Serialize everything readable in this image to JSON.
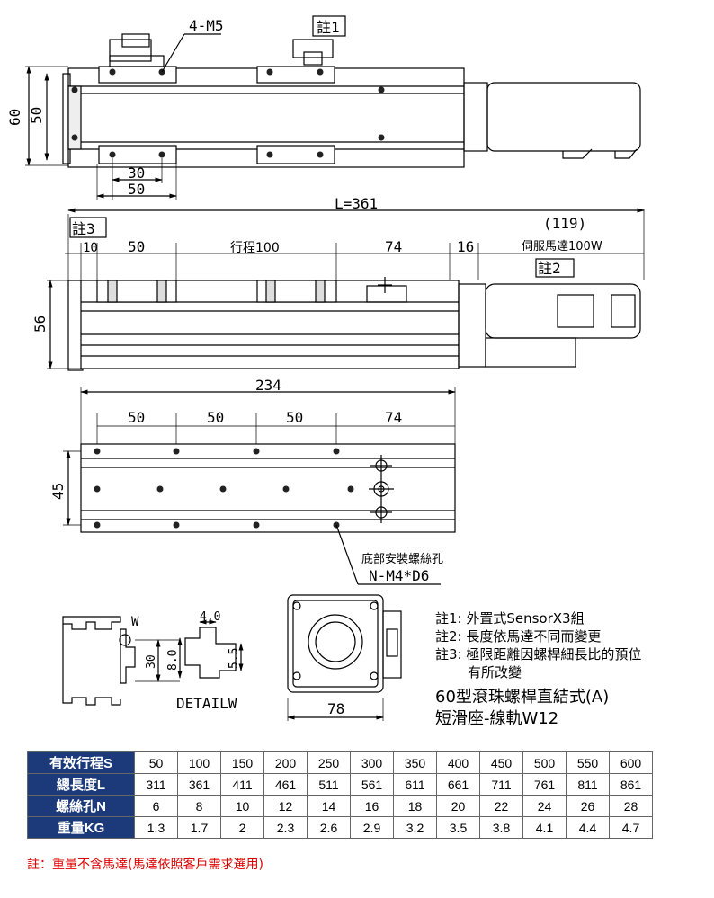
{
  "top_view": {
    "label_holes": "4-M5",
    "note_tag": "註1",
    "dim_60": "60",
    "dim_50_v": "50",
    "dim_30": "30",
    "dim_50_h": "50"
  },
  "side_view": {
    "dim_L": "L=361",
    "note_tag3": "註3",
    "dim_10": "10",
    "dim_50": "50",
    "stroke_label": "行程100",
    "dim_74": "74",
    "dim_16": "16",
    "motor_len": "(119)",
    "motor_label": "伺服馬達100W",
    "note_tag2": "註2",
    "dim_56": "56"
  },
  "bottom_view": {
    "dim_234": "234",
    "dim_50a": "50",
    "dim_50b": "50",
    "dim_50c": "50",
    "dim_74": "74",
    "dim_45": "45",
    "hole_label": "底部安裝螺絲孔",
    "hole_spec": "N-M4*D6"
  },
  "profile": {
    "w": "W",
    "dim_30": "30",
    "detail_40": "4.0",
    "detail_80": "8.0",
    "detail_55": "5.5",
    "detail_label": "DETAILW",
    "end_78": "78"
  },
  "notes": [
    "註1: 外置式SensorX3組",
    "註2: 長度依馬達不同而變更",
    "註3: 極限距離因螺桿細長比的預位",
    "有所改變"
  ],
  "model_line1": "60型滾珠螺桿直結式(A)",
  "model_line2": "短滑座-線軌W12",
  "table": {
    "rows": [
      {
        "head": "有效行程S",
        "cells": [
          "50",
          "100",
          "150",
          "200",
          "250",
          "300",
          "350",
          "400",
          "450",
          "500",
          "550",
          "600"
        ]
      },
      {
        "head": "總長度L",
        "cells": [
          "311",
          "361",
          "411",
          "461",
          "511",
          "561",
          "611",
          "661",
          "711",
          "761",
          "811",
          "861"
        ]
      },
      {
        "head": "螺絲孔N",
        "cells": [
          "6",
          "8",
          "10",
          "12",
          "14",
          "16",
          "18",
          "20",
          "22",
          "24",
          "26",
          "28"
        ]
      },
      {
        "head": "重量KG",
        "cells": [
          "1.3",
          "1.7",
          "2",
          "2.3",
          "2.6",
          "2.9",
          "3.2",
          "3.5",
          "3.8",
          "4.1",
          "4.4",
          "4.7"
        ]
      }
    ]
  },
  "footnote": "註：重量不含馬達(馬達依照客戶需求選用)",
  "colors": {
    "table_header": "#1c3a7a",
    "footnote": "#dd0000"
  }
}
